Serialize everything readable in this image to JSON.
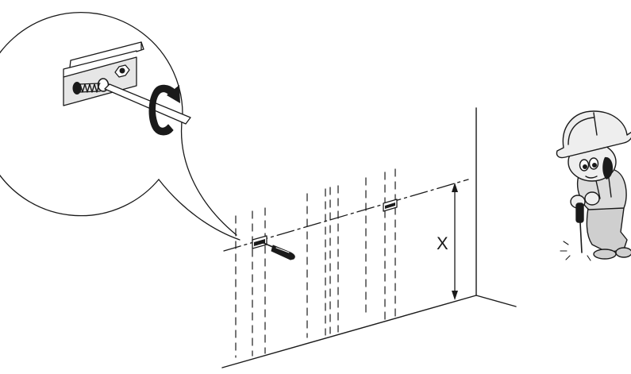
{
  "diagram": {
    "dimension_label": "X",
    "rotation_symbol": "C",
    "ink_color": "#1a1a1a",
    "background_color": "#ffffff",
    "detail_panel_color": "#e6e6e6",
    "worker_skin_color": "#eeeeee",
    "worker_shirt_color": "#dcdcdc",
    "worker_pants_color": "#cfcfcf",
    "icons": [
      "magnifier-callout",
      "mounting-bracket",
      "screwdriver",
      "rotation-arrow",
      "construction-worker",
      "hard-hat"
    ]
  }
}
